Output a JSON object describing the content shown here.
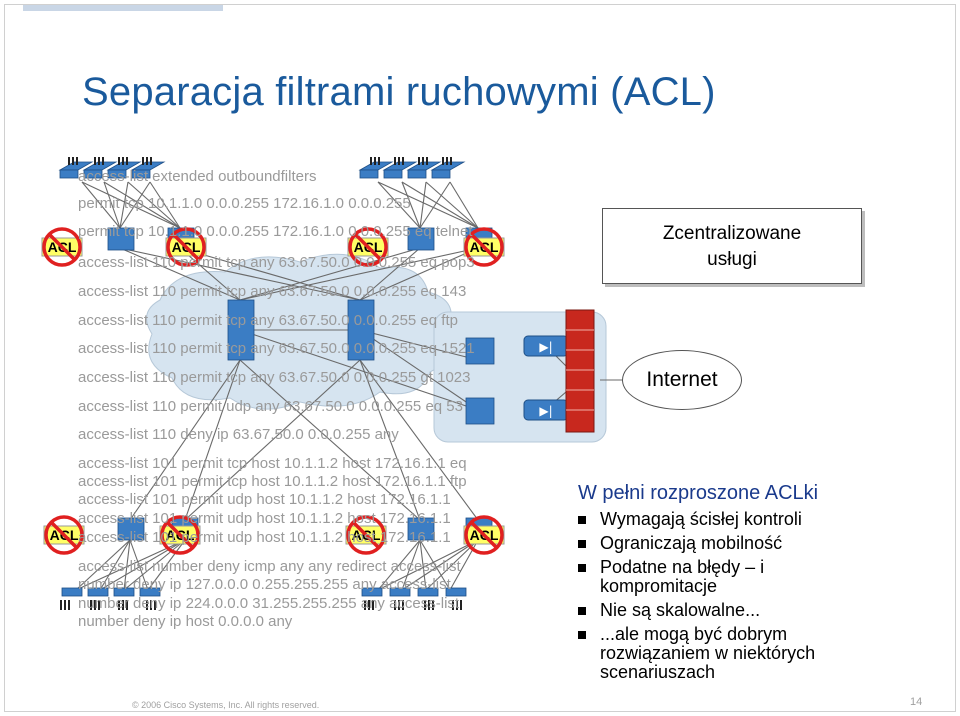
{
  "slide": {
    "title": "Separacja filtrami ruchowymi (ACL)",
    "footer": "© 2006 Cisco Systems, Inc. All rights reserved.",
    "page_number": "14"
  },
  "acl_lines": [
    "access-list extended outboundfilters",
    "permit tcp 10.1.1.0 0.0.0.255 172.16.1.0 0.0.0.255",
    "permit tcp 10.1.1.0 0.0.0.255 172.16.1.0 0.0.0.255 eq telnet",
    "access-list 110 permit tcp any 63.67.50.0 0.0.0.255 eq pop3",
    "access-list 110 permit tcp any 63.67.50.0 0.0.0.255 eq 143",
    "access-list 110 permit tcp any 63.67.50.0 0.0.0.255 eq ftp",
    "access-list 110 permit tcp any 63.67.50.0 0.0.0.255 eq 1521",
    "access-list 110 permit tcp any 63.67.50.0 0.0.0.255 gt 1023",
    "access-list 110 permit udp any 63.67.50.0 0.0.0.255 eq 53",
    "access-list 110 deny ip 63.67.50.0 0.0.0.255 any",
    "access-list 101 permit tcp host 10.1.1.2 host 172.16.1.1 eq",
    "access-list 101 permit tcp host 10.1.1.2 host 172.16.1.1 ftp",
    "access-list 101 permit udp host 10.1.1.2 host 172.16.1.1",
    "access-list 101 permit udp host 10.1.1.2 host 172.16.1.1",
    "access-list 101 permit udp host 10.1.1.2 host 172.16.1.1",
    "access-list number deny icmp any any redirect access-list",
    "number deny ip 127.0.0.0 0.255.255.255 any access-list",
    "number deny ip 224.0.0.0 31.255.255.255 any access-list",
    "number deny ip host 0.0.0.0 any"
  ],
  "acl_badge": "ACL",
  "central_services": {
    "line1": "Zcentralizowane",
    "line2": "usługi"
  },
  "internet_label": "Internet",
  "distributed": {
    "title": "W pełni rozproszone ACLki",
    "items": [
      "Wymagają ścisłej kontroli",
      "Ograniczają mobilność",
      "Podatne na błędy – i kompromitacje",
      "Nie są skalowalne...",
      "...ale mogą być dobrym rozwiązaniem w niektórych scenariuszach"
    ]
  },
  "colors": {
    "title": "#1a5a9c",
    "switch": "#3b7dc4",
    "acl_badge_fill": "#ffff66",
    "no_sign": "#e02020",
    "cloud": "#cfe0ef",
    "firewall": "#c8281e"
  }
}
